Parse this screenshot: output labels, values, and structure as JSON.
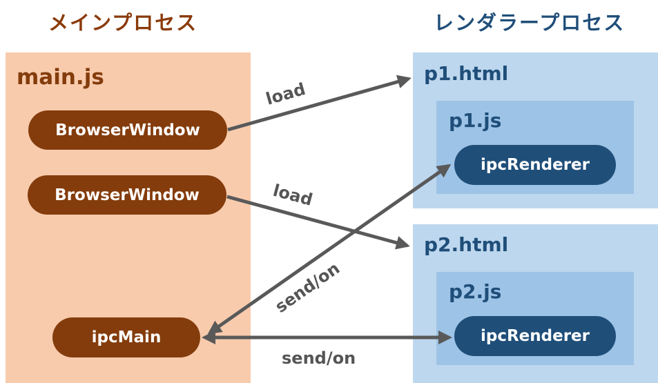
{
  "headings": {
    "main_process": "メインプロセス",
    "renderer_process": "レンダラープロセス"
  },
  "main": {
    "file": "main.js",
    "nodes": [
      "BrowserWindow",
      "BrowserWindow",
      "ipcMain"
    ]
  },
  "renderers": [
    {
      "html": "p1.html",
      "js": "p1.js",
      "node": "ipcRenderer"
    },
    {
      "html": "p2.html",
      "js": "p2.js",
      "node": "ipcRenderer"
    }
  ],
  "edges": {
    "load1": "load",
    "load2": "load",
    "send_on_1": "send/on",
    "send_on_2": "send/on"
  },
  "colors": {
    "main_bg": "#f8cbad",
    "main_node": "#843c0c",
    "renderer_bg": "#bdd7ee",
    "renderer_inner": "#9dc3e6",
    "renderer_node": "#1f4e79",
    "arrow": "#595959"
  }
}
